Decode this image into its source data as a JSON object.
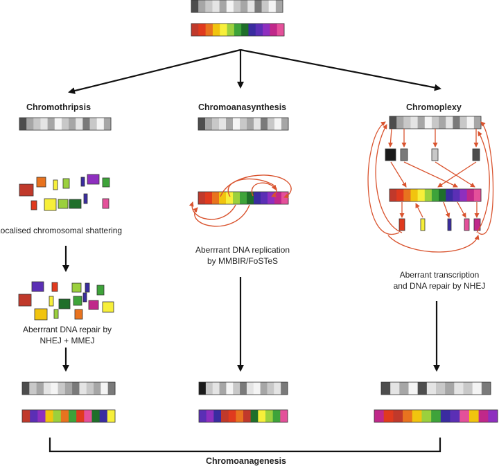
{
  "labels": {
    "col1_title": "Chromothripsis",
    "col2_title": "Chromoanasynthesis",
    "col3_title": "Chromoplexy",
    "col1_step1": "Localised chromosomal shattering",
    "col1_step2_line1": "Aberrrant DNA repair by",
    "col1_step2_line2": "NHEJ + MMEJ",
    "col2_step1_line1": "Aberrrant DNA replication",
    "col2_step1_line2": "by MMBIR/FoSTeS",
    "col3_step1_line1": "Aberrant transcription",
    "col3_step1_line2": "and DNA repair by NHEJ",
    "bottom": "Chromoanagenesis"
  },
  "colors": {
    "arrow_black": "#111111",
    "arrow_red": "#d9532e",
    "gray_palette": [
      "#1a1a1a",
      "#4d4d4d",
      "#7a7a7a",
      "#a6a6a6",
      "#c8c8c8",
      "#e4e4e4",
      "#f4f4f4"
    ],
    "color_palette": [
      "#c0392b",
      "#e03a1e",
      "#e8731f",
      "#f1c40f",
      "#f7ef3a",
      "#9bd03d",
      "#3ea33a",
      "#1f6f2a",
      "#3a2ca0",
      "#5b2fb5",
      "#8e2fbf",
      "#c0288a",
      "#e4509a"
    ]
  },
  "bars": {
    "gray_original": [
      1,
      3,
      4,
      5,
      3,
      6,
      4,
      3,
      5,
      2,
      4,
      6,
      3
    ],
    "color_original": [
      0,
      1,
      2,
      3,
      4,
      5,
      6,
      7,
      8,
      9,
      10,
      11,
      12
    ],
    "gray_col1_final": [
      1,
      4,
      3,
      5,
      6,
      4,
      3,
      2,
      5,
      4,
      3,
      6,
      2
    ],
    "color_col1_final": [
      0,
      9,
      10,
      3,
      5,
      2,
      6,
      1,
      12,
      7,
      8,
      4
    ],
    "gray_col2_final": [
      0,
      4,
      5,
      3,
      6,
      4,
      2,
      5,
      6,
      3,
      4,
      5,
      2
    ],
    "color_col2_final": [
      9,
      10,
      8,
      0,
      1,
      2,
      0,
      7,
      4,
      5,
      6,
      12
    ],
    "gray_col3_final": [
      1,
      5,
      3,
      6,
      1,
      5,
      4,
      3,
      5,
      4,
      6,
      2
    ],
    "color_col3_final": [
      11,
      1,
      0,
      2,
      3,
      5,
      6,
      8,
      9,
      12,
      3,
      11,
      10
    ]
  }
}
